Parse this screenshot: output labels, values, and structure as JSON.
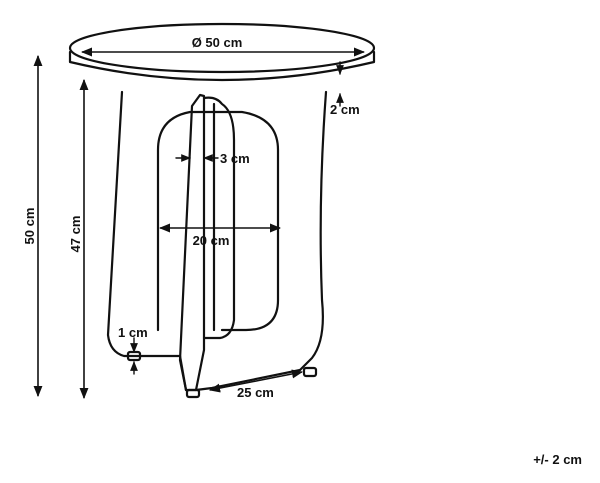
{
  "dimensions": {
    "top_diameter": "Ø 50 cm",
    "top_thickness": "2 cm",
    "total_height": "50 cm",
    "leg_height": "47 cm",
    "leg_thickness": "3 cm",
    "cutout_width": "20 cm",
    "foot_height": "1 cm",
    "base_depth": "25 cm"
  },
  "tolerance": "+/- 2 cm"
}
